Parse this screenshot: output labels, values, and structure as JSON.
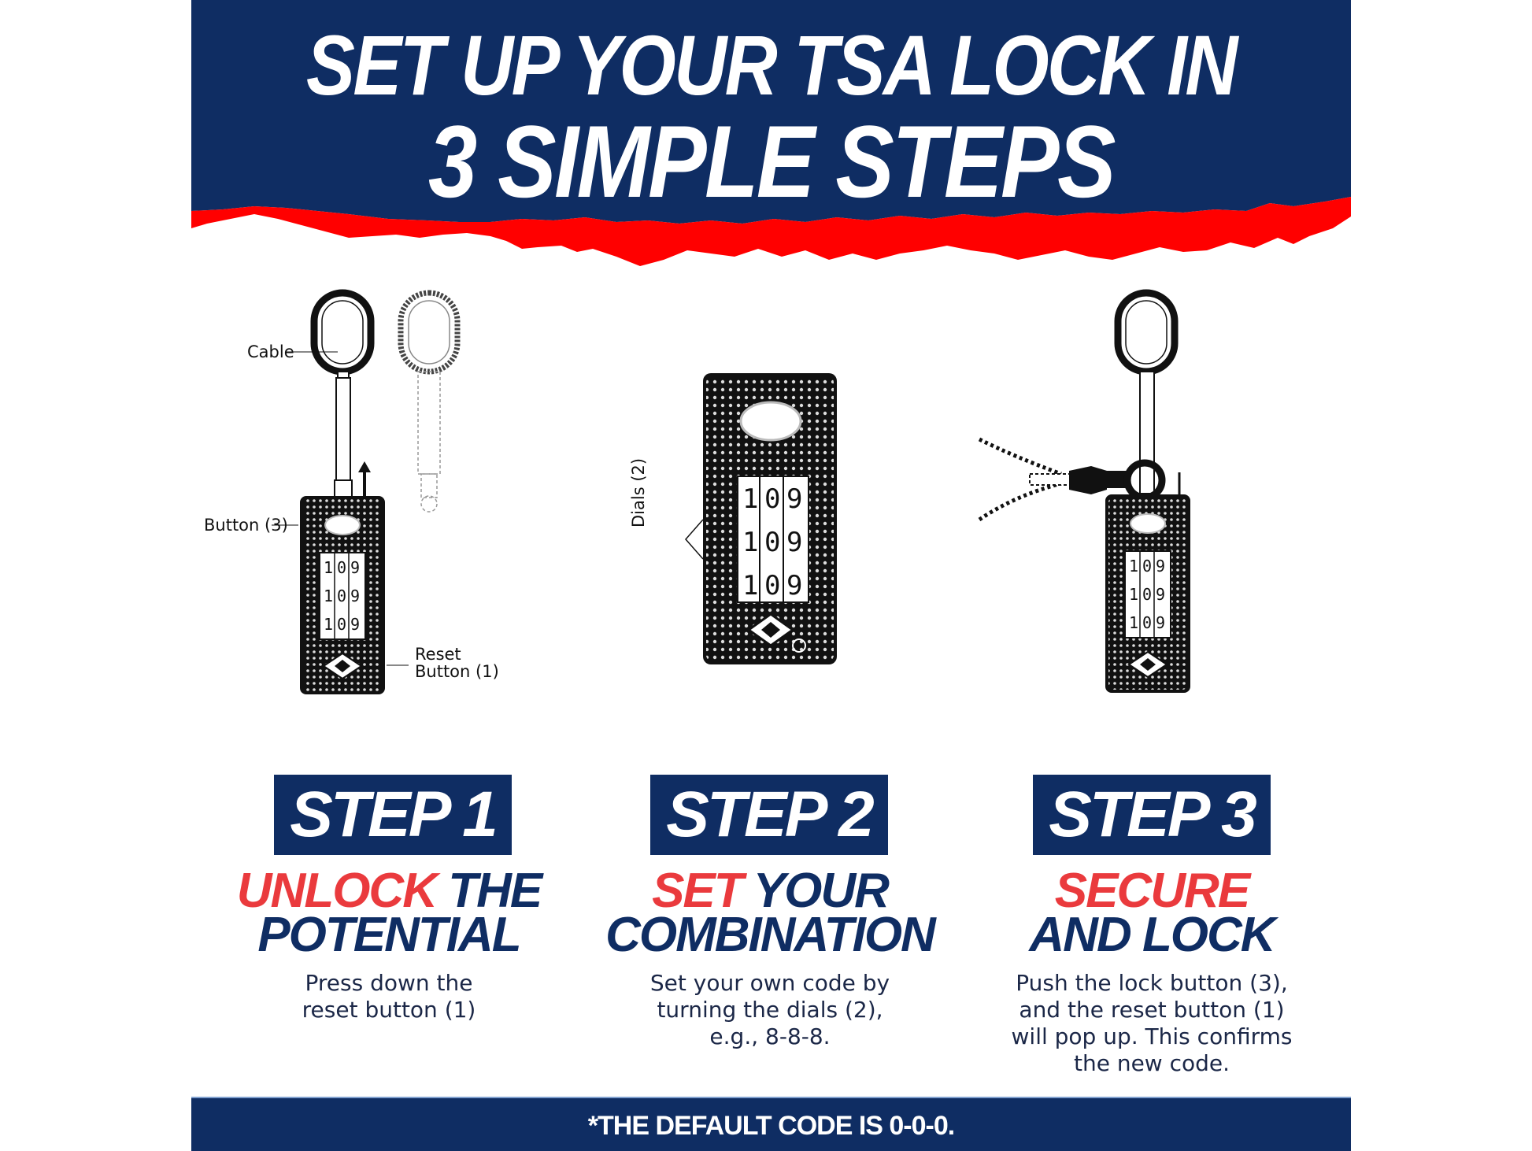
{
  "header": {
    "title_line1": "SET UP YOUR TSA LOCK IN",
    "title_line2": "3 SIMPLE STEPS",
    "colors": {
      "navy": "#0f2d63",
      "red": "#ff0000"
    }
  },
  "steps": [
    {
      "badge": "STEP 1",
      "heading_accent": "UNLOCK",
      "heading_rest_line1": " THE",
      "heading_line2": "POTENTIAL",
      "description_lines": [
        "Press down the",
        "reset button (1)"
      ],
      "illustration_labels": {
        "cable": "Cable",
        "button": "Button (3)",
        "reset_line1": "Reset",
        "reset_line2": "Button (1)"
      },
      "dials": [
        "1",
        "0",
        "9"
      ],
      "arrow": "up"
    },
    {
      "badge": "STEP 2",
      "heading_accent": "SET",
      "heading_rest_line1": " YOUR",
      "heading_line2": "COMBINATION",
      "description_lines": [
        "Set your own code by",
        "turning the dials (2),",
        "e.g., 8-8-8."
      ],
      "illustration_labels": {
        "dials": "Dials (2)"
      },
      "dials": [
        "1",
        "0",
        "9"
      ]
    },
    {
      "badge": "STEP 3",
      "heading_accent": "SECURE",
      "heading_rest_line1": "",
      "heading_line2": "AND LOCK",
      "description_lines": [
        "Push the lock button (3),",
        "and the reset button (1)",
        "will pop up. This confirms",
        "the new code."
      ],
      "dials": [
        "1",
        "0",
        "9"
      ],
      "arrow": "down"
    }
  ],
  "footer": {
    "note": "*THE DEFAULT CODE IS 0-0-0."
  },
  "accent_colors": {
    "navy": "#0f2d63",
    "red_text": "#ea3a3d",
    "body_text": "#1b2747"
  }
}
